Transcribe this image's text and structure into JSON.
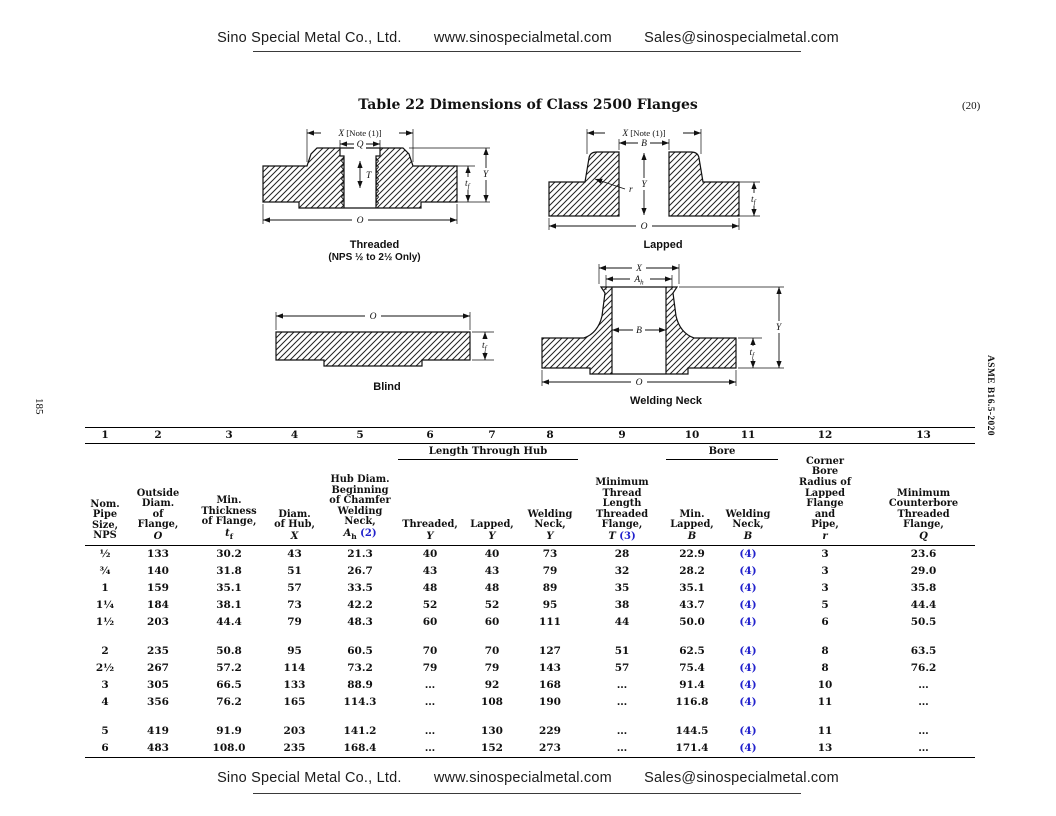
{
  "contact": {
    "company": "Sino Special Metal Co., Ltd.",
    "website": "www.sinospecialmetal.com",
    "email": "Sales@sinospecialmetal.com"
  },
  "page": {
    "title": "Table 22 Dimensions of Class 2500 Flanges",
    "title_note": "(20)",
    "left_margin_page_number": "185",
    "right_margin_standard": "ASME B16.5-2020"
  },
  "diagrams": {
    "threaded": {
      "caption": "Threaded",
      "subcaption": "(NPS ½ to 2½ Only)"
    },
    "lapped": {
      "caption": "Lapped"
    },
    "blind": {
      "caption": "Blind"
    },
    "welding_neck": {
      "caption": "Welding Neck"
    },
    "labels": {
      "x": "X",
      "note1": "[Note (1)]",
      "q": "Q",
      "t": "T",
      "o": "O",
      "b": "B",
      "y": "Y",
      "r": "r",
      "tf_base": "t",
      "tf_sub": "f",
      "ah_base": "A",
      "ah_sub": "h"
    }
  },
  "table": {
    "note_color": "#2222cc",
    "group_headers": {
      "length_through_hub": "Length Through Hub",
      "bore": "Bore"
    },
    "columns": [
      {
        "num": "1",
        "label": "Nom.\nPipe\nSize,\nNPS"
      },
      {
        "num": "2",
        "label": "Outside\nDiam.\nof\nFlange,",
        "symbol": "O"
      },
      {
        "num": "3",
        "label": "Min.\nThickness\nof Flange,",
        "symbol": "t",
        "symbol_sub": "f"
      },
      {
        "num": "4",
        "label": "Diam.\nof Hub,",
        "symbol": "X"
      },
      {
        "num": "5",
        "label": "Hub Diam.\nBeginning\nof Chamfer\nWelding\nNeck,",
        "symbol": "A",
        "symbol_sub": "h",
        "note": "(2)"
      },
      {
        "num": "6",
        "label": "Threaded,",
        "symbol": "Y"
      },
      {
        "num": "7",
        "label": "Lapped,",
        "symbol": "Y"
      },
      {
        "num": "8",
        "label": "Welding\nNeck,",
        "symbol": "Y"
      },
      {
        "num": "9",
        "label": "Minimum\nThread\nLength\nThreaded\nFlange,",
        "symbol": "T",
        "note": "(3)"
      },
      {
        "num": "10",
        "label": "Min.\nLapped,",
        "symbol": "B"
      },
      {
        "num": "11",
        "label": "Welding\nNeck,",
        "symbol": "B"
      },
      {
        "num": "12",
        "label": "Corner\nBore\nRadius of\nLapped\nFlange\nand\nPipe,",
        "symbol": "r"
      },
      {
        "num": "13",
        "label": "Minimum\nCounterbore\nThreaded\nFlange,",
        "symbol": "Q"
      }
    ],
    "groups": [
      [
        {
          "nps": "½",
          "values": [
            "133",
            "30.2",
            "43",
            "21.3",
            "40",
            "40",
            "73",
            "28",
            "22.9",
            "(4)",
            "3",
            "23.6"
          ]
        },
        {
          "nps": "¾",
          "values": [
            "140",
            "31.8",
            "51",
            "26.7",
            "43",
            "43",
            "79",
            "32",
            "28.2",
            "(4)",
            "3",
            "29.0"
          ]
        },
        {
          "nps": "1",
          "values": [
            "159",
            "35.1",
            "57",
            "33.5",
            "48",
            "48",
            "89",
            "35",
            "35.1",
            "(4)",
            "3",
            "35.8"
          ]
        },
        {
          "nps": "1¼",
          "values": [
            "184",
            "38.1",
            "73",
            "42.2",
            "52",
            "52",
            "95",
            "38",
            "43.7",
            "(4)",
            "5",
            "44.4"
          ]
        },
        {
          "nps": "1½",
          "values": [
            "203",
            "44.4",
            "79",
            "48.3",
            "60",
            "60",
            "111",
            "44",
            "50.0",
            "(4)",
            "6",
            "50.5"
          ]
        }
      ],
      [
        {
          "nps": "2",
          "values": [
            "235",
            "50.8",
            "95",
            "60.5",
            "70",
            "70",
            "127",
            "51",
            "62.5",
            "(4)",
            "8",
            "63.5"
          ]
        },
        {
          "nps": "2½",
          "values": [
            "267",
            "57.2",
            "114",
            "73.2",
            "79",
            "79",
            "143",
            "57",
            "75.4",
            "(4)",
            "8",
            "76.2"
          ]
        },
        {
          "nps": "3",
          "values": [
            "305",
            "66.5",
            "133",
            "88.9",
            "…",
            "92",
            "168",
            "…",
            "91.4",
            "(4)",
            "10",
            "…"
          ]
        },
        {
          "nps": "4",
          "values": [
            "356",
            "76.2",
            "165",
            "114.3",
            "…",
            "108",
            "190",
            "…",
            "116.8",
            "(4)",
            "11",
            "…"
          ]
        }
      ],
      [
        {
          "nps": "5",
          "values": [
            "419",
            "91.9",
            "203",
            "141.2",
            "…",
            "130",
            "229",
            "…",
            "144.5",
            "(4)",
            "11",
            "…"
          ]
        },
        {
          "nps": "6",
          "values": [
            "483",
            "108.0",
            "235",
            "168.4",
            "…",
            "152",
            "273",
            "…",
            "171.4",
            "(4)",
            "13",
            "…"
          ]
        }
      ]
    ]
  }
}
